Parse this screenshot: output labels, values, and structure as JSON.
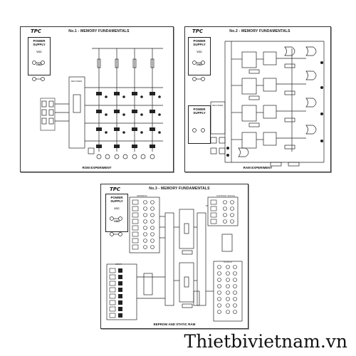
{
  "panels": [
    {
      "logo": "TPC",
      "title": "No.1 - MEMORY FUNDAMENTALS",
      "footer": "ROM EXPERIMENT",
      "power_supply": "POWER SUPPLY",
      "vcc": "VCC",
      "gnd": "GND",
      "block": "DECODER"
    },
    {
      "logo": "TPC",
      "title": "No.2 - MEMORY FUNDAMENTALS",
      "footer": "RAM EXPERIMENT",
      "power_supply": "POWER SUPPLY",
      "vcc": "VCC",
      "gnd": "GND",
      "block": "DECODER"
    },
    {
      "logo": "TPC",
      "title": "No.3 - MEMORY FUNDAMENTALS",
      "footer": "EEPROM AND STATIC RAM",
      "power_supply": "POWER SUPPLY",
      "vcc": "VCC",
      "gnd": "GND",
      "address_label": "ADDRESS",
      "control_label": "CONTROL SIGNAL",
      "input_label": "INPUT",
      "output_label": "OUTPUT"
    }
  ],
  "watermark": "Thietbivietnam.vn"
}
